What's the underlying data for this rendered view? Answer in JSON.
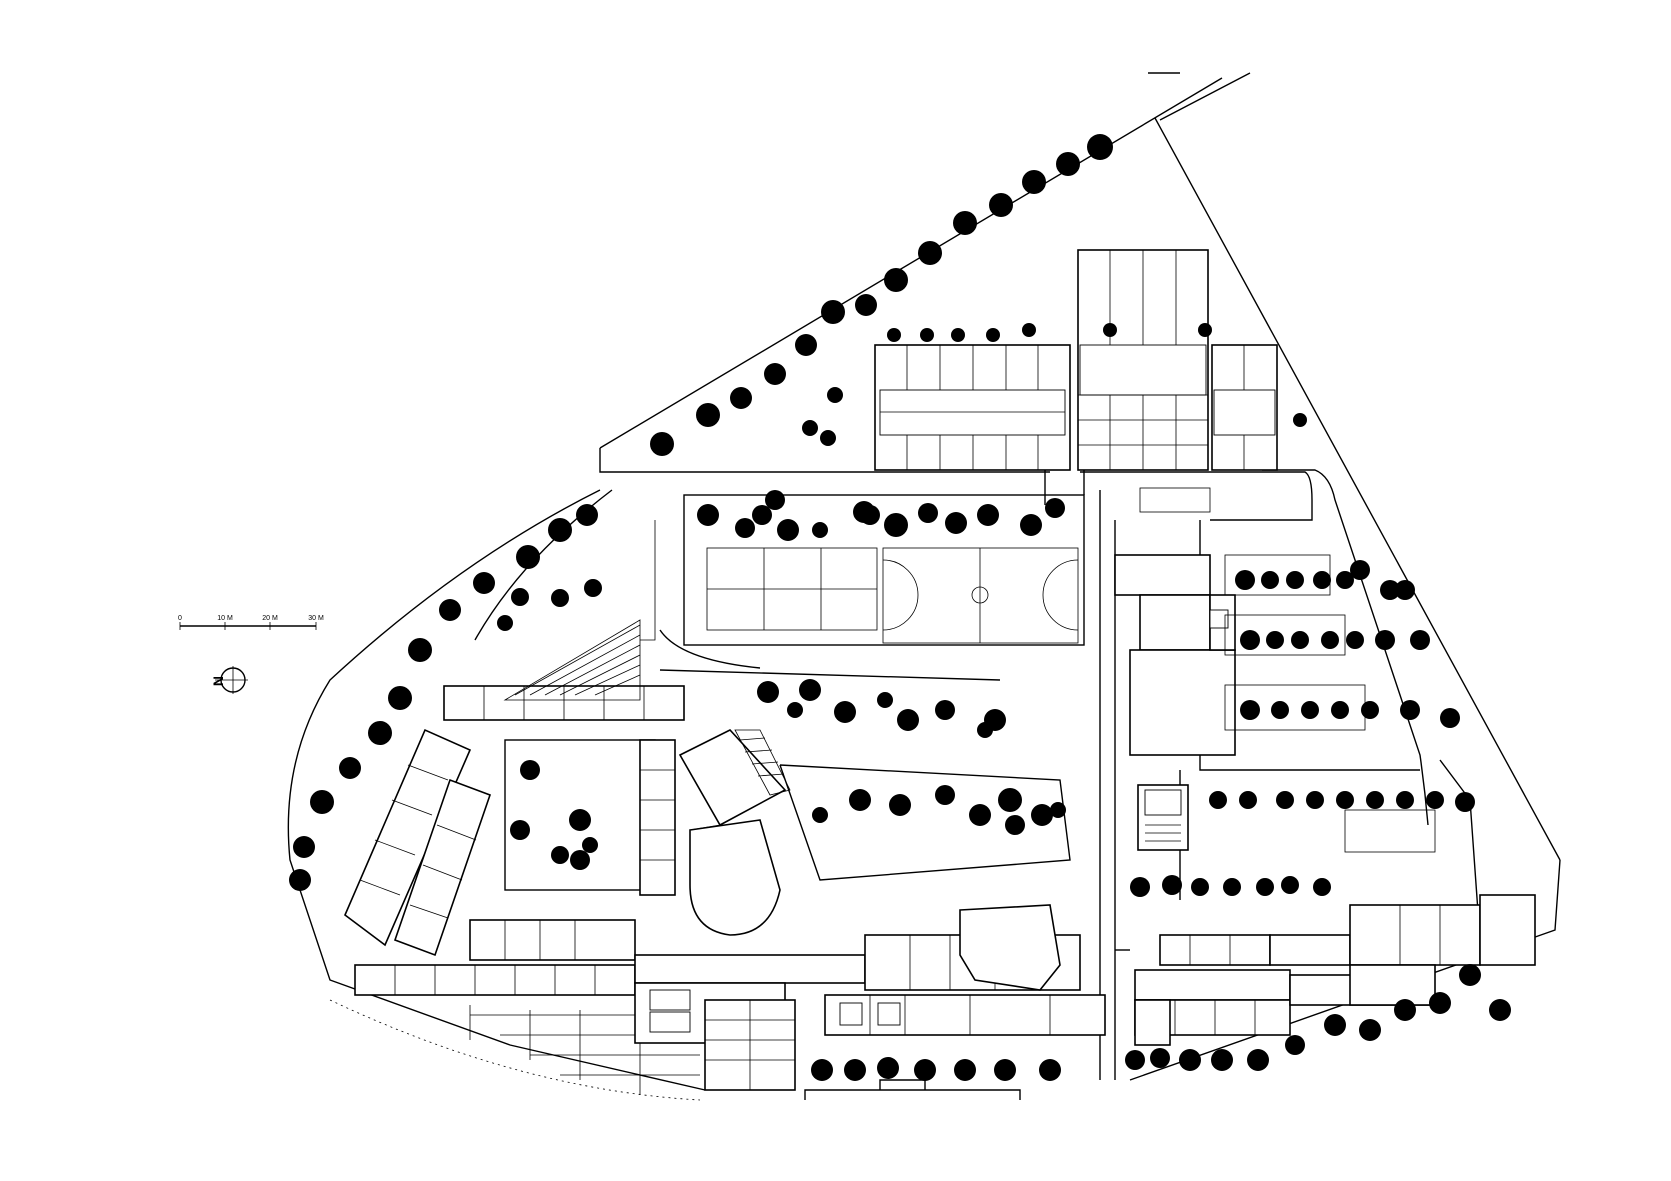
{
  "scale_bar": {
    "labels": [
      "0",
      "10 M",
      "20 M",
      "30 M"
    ]
  },
  "north_arrow": {
    "letter": "N",
    "icon": "north-arrow-icon"
  },
  "colors": {
    "ink": "#000000",
    "paper": "#ffffff"
  }
}
